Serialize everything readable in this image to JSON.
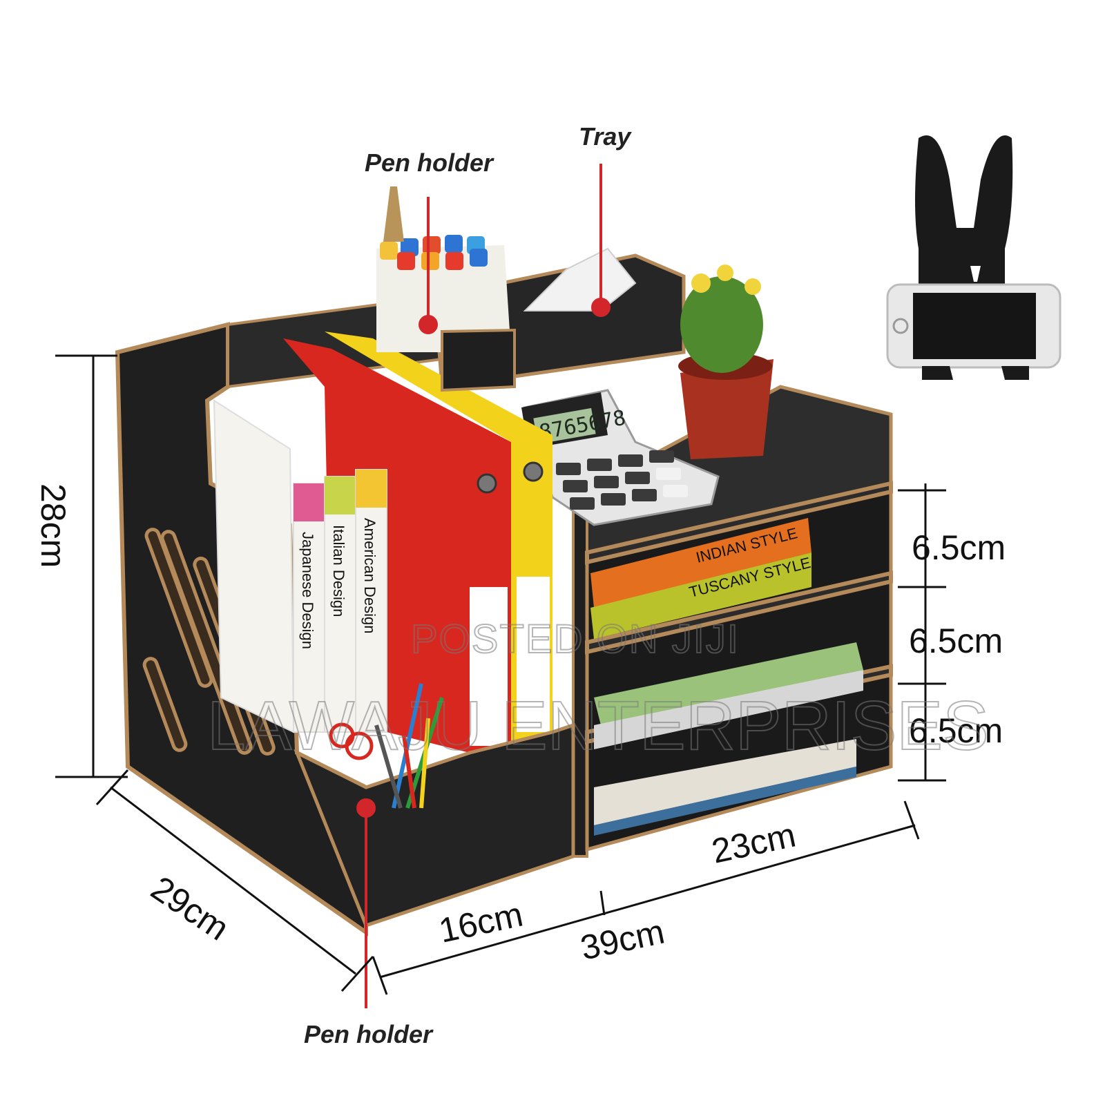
{
  "callouts": {
    "pen_holder_top": "Pen holder",
    "tray": "Tray",
    "pen_holder_bottom": "Pen holder"
  },
  "dimensions": {
    "height": "28cm",
    "depth": "29cm",
    "left_width": "16cm",
    "total_width": "39cm",
    "right_width": "23cm",
    "shelf_1": "6.5cm",
    "shelf_2": "6.5cm",
    "shelf_3": "6.5cm"
  },
  "book_spines": {
    "book_1": "Japanese Design",
    "book_2": "Italian Design",
    "book_3": "American Design"
  },
  "shelf_book_titles": {
    "orange": "INDIAN STYLE",
    "green": "TUSCANY STYLE"
  },
  "calculator_display": "8765678",
  "watermarks": {
    "line_1": "POSTED ON JIJI",
    "line_2": "LAWAJU ENTERPRISES"
  },
  "colors": {
    "wood_dark": "#1f1f1f",
    "wood_edge": "#b58a5a",
    "callout_line": "#d2262b"
  }
}
